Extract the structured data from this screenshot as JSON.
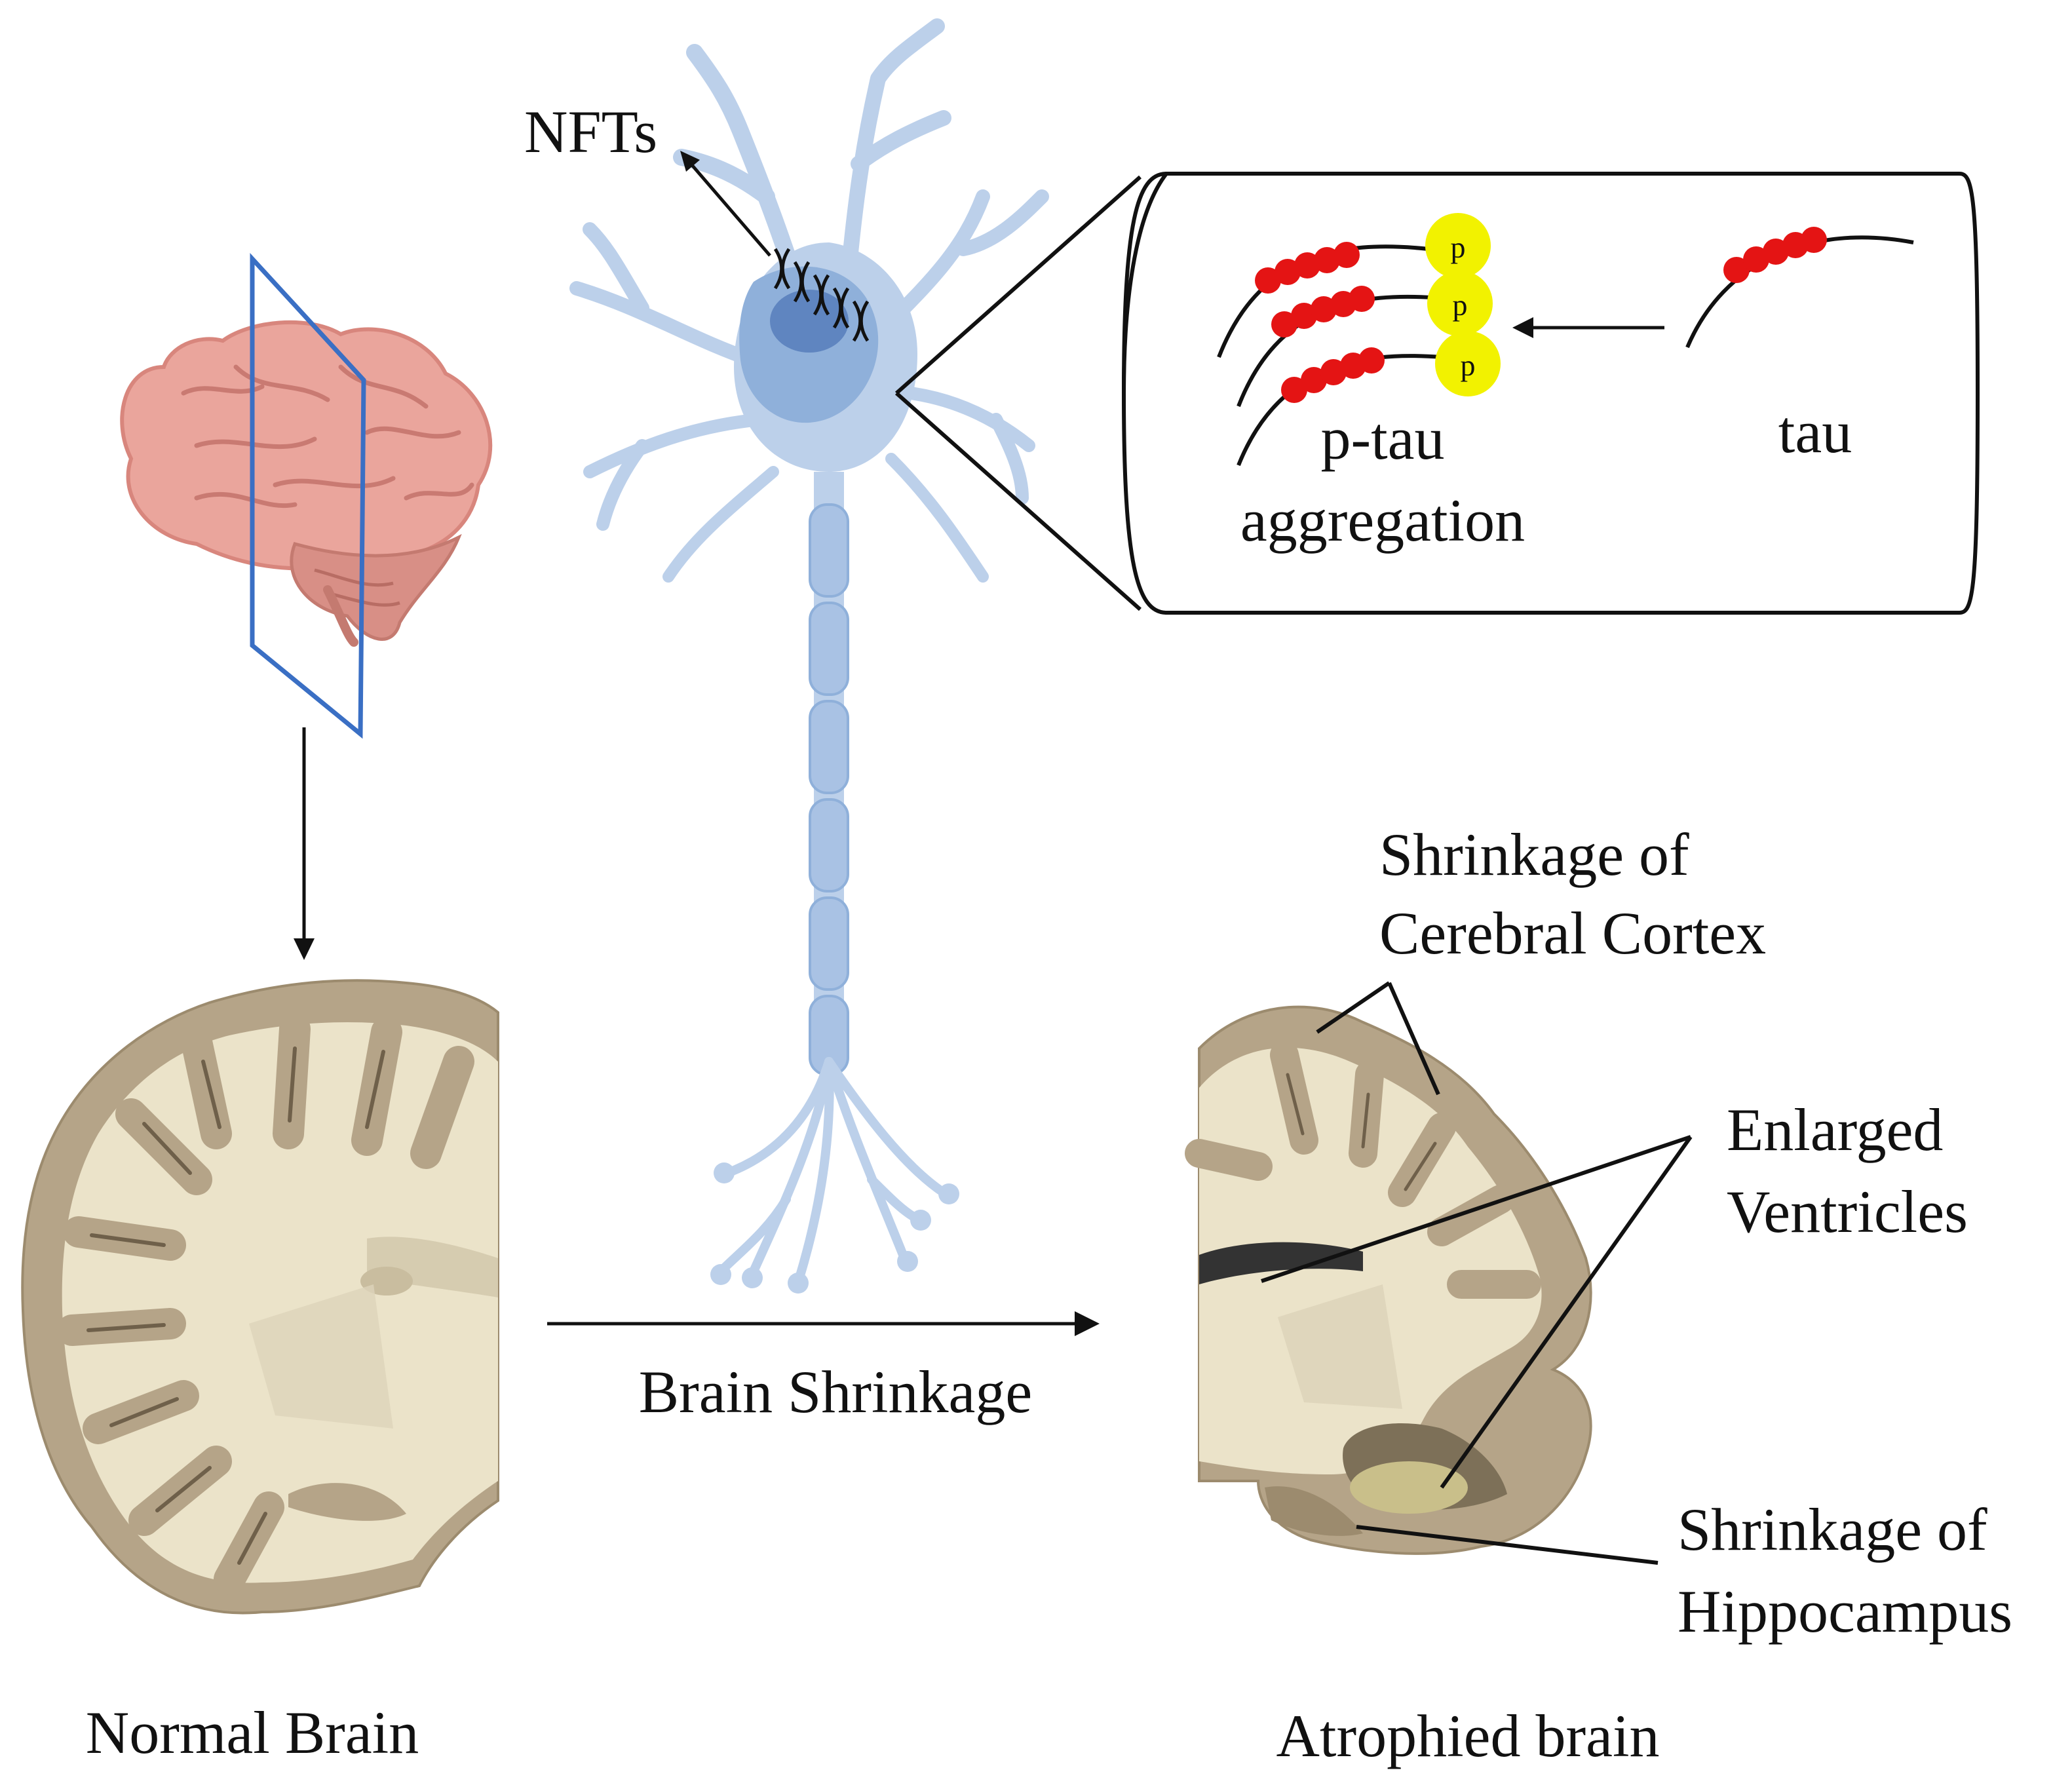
{
  "labels": {
    "nfts": "NFTs",
    "p_tau_line1": "p-tau",
    "p_tau_line2": "aggregation",
    "tau": "tau",
    "phospho_marker": "p",
    "brain_shrinkage": "Brain Shrinkage",
    "normal_brain": "Normal Brain",
    "atrophied_brain": "Atrophied brain",
    "cortex_line1": "Shrinkage of",
    "cortex_line2": "Cerebral Cortex",
    "ventricles_line1": "Enlarged",
    "ventricles_line2": "Ventricles",
    "hippocampus_line1": "Shrinkage of",
    "hippocampus_line2": "Hippocampus"
  },
  "colors": {
    "neuron": "#bcd0ea",
    "neuron_dark": "#8fb0da",
    "nucleus": "#6f92c8",
    "brain_pink": "#eaa59c",
    "plane_blue": "#3a6fc4",
    "tau_red": "#e41414",
    "phospho_yellow": "#f2f200",
    "gray_matter": "#b5a488",
    "white_matter": "#ebe3c9"
  }
}
